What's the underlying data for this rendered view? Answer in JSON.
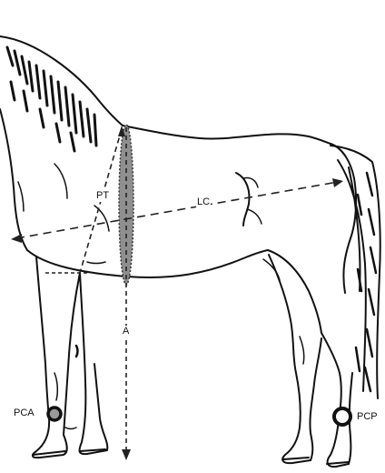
{
  "labels": {
    "pt": "PT",
    "lc": "LC",
    "a": "A",
    "pca": "PCA",
    "pcp": "PCP"
  },
  "colors": {
    "outline": "#111111",
    "measure": "#222222",
    "girth_band": "#8f8f8f",
    "marker_fill": "#9a9a9a"
  },
  "icons": {
    "pca_marker": "circle-marker",
    "pcp_marker": "circle-marker"
  }
}
